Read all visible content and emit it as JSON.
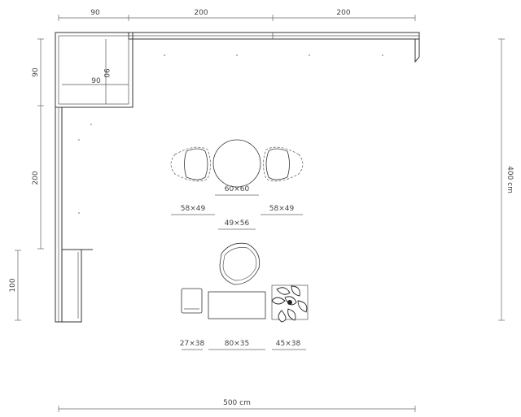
{
  "dimensions": {
    "top_left": "90",
    "top_mid": "200",
    "top_right": "200",
    "left_top": "90",
    "left_mid": "200",
    "left_bottom": "100",
    "right_total": "400 cm",
    "bottom_total": "500 cm",
    "corner_unit_v": "90",
    "corner_unit_h": "90"
  },
  "furniture": {
    "dining_table": "60×60",
    "chair_left": "58×49",
    "chair_right": "58×49",
    "armchair": "49×56",
    "side_stool": "27×38",
    "coffee_table": "80×35",
    "plant": "45×38"
  }
}
